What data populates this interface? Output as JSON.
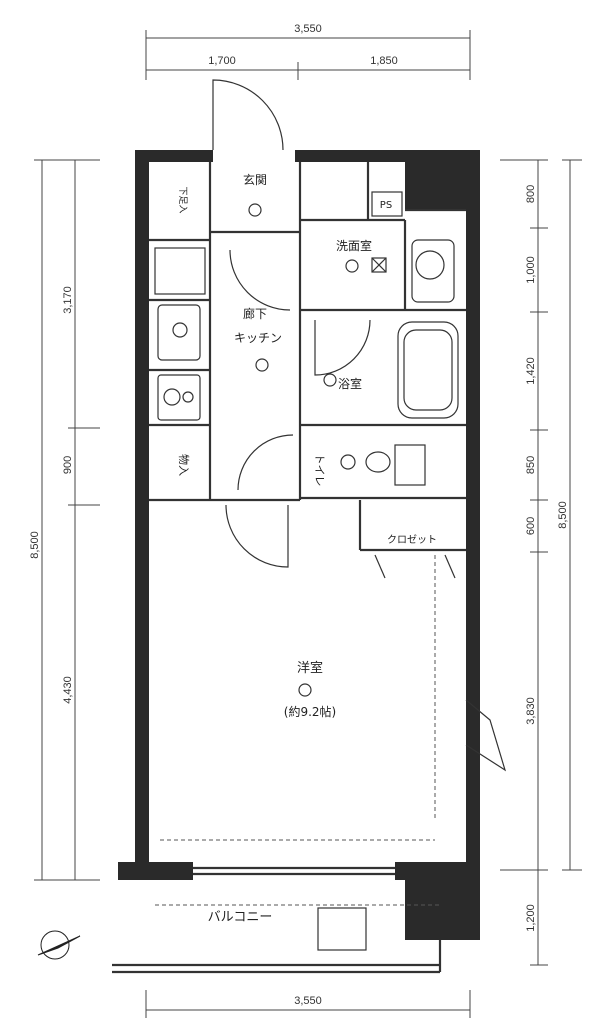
{
  "dimensions": {
    "top_total": "3,550",
    "top_left": "1,700",
    "top_right": "1,850",
    "bottom_total": "3,550",
    "left_total": "8,500",
    "left_upper": "3,170",
    "left_mid": "900",
    "left_lower": "4,430",
    "right_total": "8,500",
    "right_1": "800",
    "right_2": "1,000",
    "right_3": "1,420",
    "right_4": "850",
    "right_5": "600",
    "right_6": "3,830",
    "right_7": "1,200"
  },
  "rooms": {
    "genkan": "玄関",
    "kutsubako": "下足入",
    "ps": "PS",
    "senmen": "洗面室",
    "roka": "廊下",
    "kitchen": "キッチン",
    "yokushitsu": "浴室",
    "mono_ire": "物入",
    "toilet": "トイレ",
    "closet": "クロゼット",
    "yoshitsu": "洋室",
    "yoshitsu_size": "(約9.2帖)",
    "balcony": "バルコニー"
  },
  "colors": {
    "wall": "#2a2a2a",
    "line": "#333333",
    "paper": "#ffffff"
  }
}
